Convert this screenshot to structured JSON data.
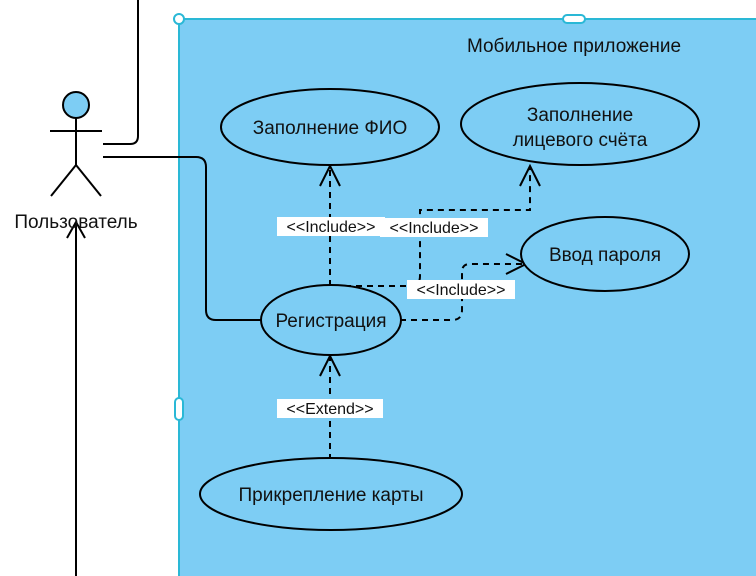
{
  "diagram": {
    "system_title": "Мобильное приложение",
    "actor": {
      "label": "Пользователь"
    },
    "use_cases": {
      "fio": "Заполнение ФИО",
      "account_line1": "Заполнение",
      "account_line2": "лицевого счёта",
      "password": "Ввод пароля",
      "registration": "Регистрация",
      "card": "Прикрепление карты"
    },
    "relations": {
      "include_fio": "<<Include>>",
      "include_account": "<<Include>>",
      "include_password": "<<Include>>",
      "extend_card": "<<Extend>>"
    },
    "colors": {
      "system_fill": "#7dcdf4",
      "system_border": "#2ab8d6",
      "actor_head": "#7dcdf4",
      "line": "#000000",
      "ellipse_fill": "#7dcdf4"
    }
  }
}
